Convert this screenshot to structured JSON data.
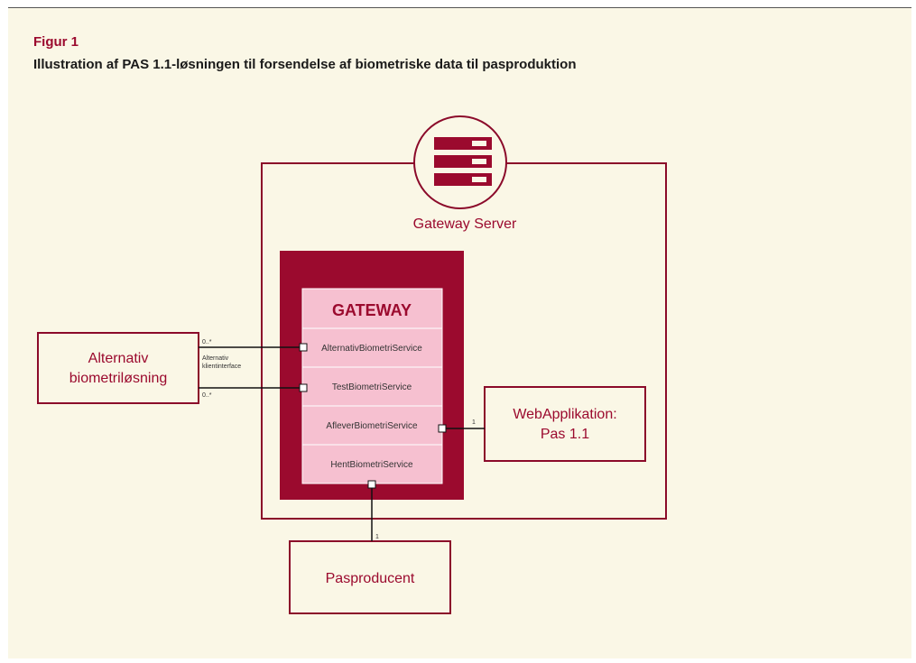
{
  "figure": {
    "label": "Figur 1",
    "title": "Illustration af PAS 1.1-løsningen til forsendelse af biometriske data til pasproduktion"
  },
  "colors": {
    "accent": "#9b0a2e",
    "panel_bg": "#faf7e6",
    "gateway_fill": "#f6c0d0",
    "frame": "#8b0a2a"
  },
  "diagram": {
    "server_label": "Gateway Server",
    "server_icon": "server-rack-icon",
    "gateway_title": "GATEWAY",
    "services": [
      "AlternativBiometriService",
      "TestBiometriService",
      "AfleverBiometriService",
      "HentBiometriService"
    ],
    "alt_solution_line1": "Alternativ",
    "alt_solution_line2": "biometriløsning",
    "alt_interface_line1": "Alternativ",
    "alt_interface_line2": "klientinterface",
    "mult_many_1": "0..*",
    "mult_many_2": "0..*",
    "webapp_line1": "WebApplikation:",
    "webapp_line2": "Pas 1.1",
    "mult_webapp": "1",
    "producer": "Pasproducent",
    "mult_producer": "1"
  }
}
